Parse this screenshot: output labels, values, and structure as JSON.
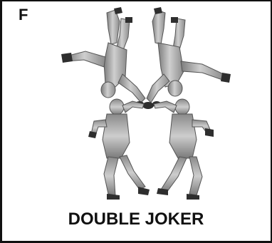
{
  "panel": {
    "letter": "F",
    "caption": "DOUBLE JOKER"
  },
  "figure": {
    "icon": "four-skydivers-formation-illustration",
    "colors": {
      "body_fill": "#a9a9a9",
      "body_shade": "#7c7c7c",
      "body_highlight": "#d0d0d0",
      "hands_feet": "#2e2e2e",
      "outline": "#111111"
    }
  }
}
